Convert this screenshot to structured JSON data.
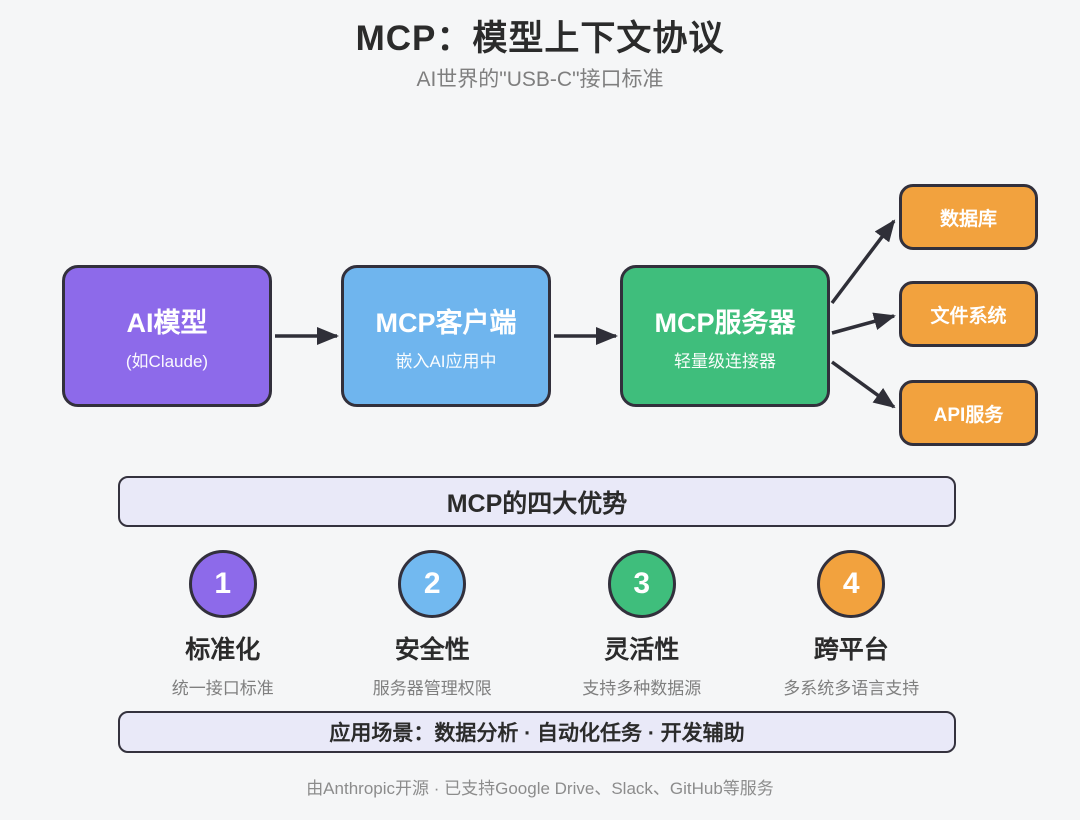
{
  "page": {
    "title": "MCP：模型上下文协议",
    "subtitle": "AI世界的\"USB-C\"接口标准"
  },
  "flow": {
    "nodes": [
      {
        "title": "AI模型",
        "subtitle": "(如Claude)",
        "color": "#8d6aea"
      },
      {
        "title": "MCP客户端",
        "subtitle": "嵌入AI应用中",
        "color": "#6fb5ee"
      },
      {
        "title": "MCP服务器",
        "subtitle": "轻量级连接器",
        "color": "#3fbe7c"
      }
    ],
    "endpoints": [
      {
        "label": "数据库",
        "color": "#f2a23e"
      },
      {
        "label": "文件系统",
        "color": "#f2a23e"
      },
      {
        "label": "API服务",
        "color": "#f2a23e"
      }
    ],
    "arrow_color": "#2f2f38"
  },
  "advantages": {
    "header": "MCP的四大优势",
    "items": [
      {
        "number": "1",
        "label": "标准化",
        "description": "统一接口标准",
        "color": "#8d6aea"
      },
      {
        "number": "2",
        "label": "安全性",
        "description": "服务器管理权限",
        "color": "#72b9f0"
      },
      {
        "number": "3",
        "label": "灵活性",
        "description": "支持多种数据源",
        "color": "#3fbe7c"
      },
      {
        "number": "4",
        "label": "跨平台",
        "description": "多系统多语言支持",
        "color": "#f2a23e"
      }
    ]
  },
  "scenarios": {
    "text": "应用场景：数据分析 · 自动化任务 · 开发辅助"
  },
  "footer": {
    "text": "由Anthropic开源 · 已支持Google Drive、Slack、GitHub等服务"
  },
  "colors": {
    "background": "#f5f6f7",
    "banner_fill": "#e9e9f8",
    "node_border": "#32303c",
    "title_text": "#2b2b2b",
    "muted_text": "#7f7f7f"
  }
}
